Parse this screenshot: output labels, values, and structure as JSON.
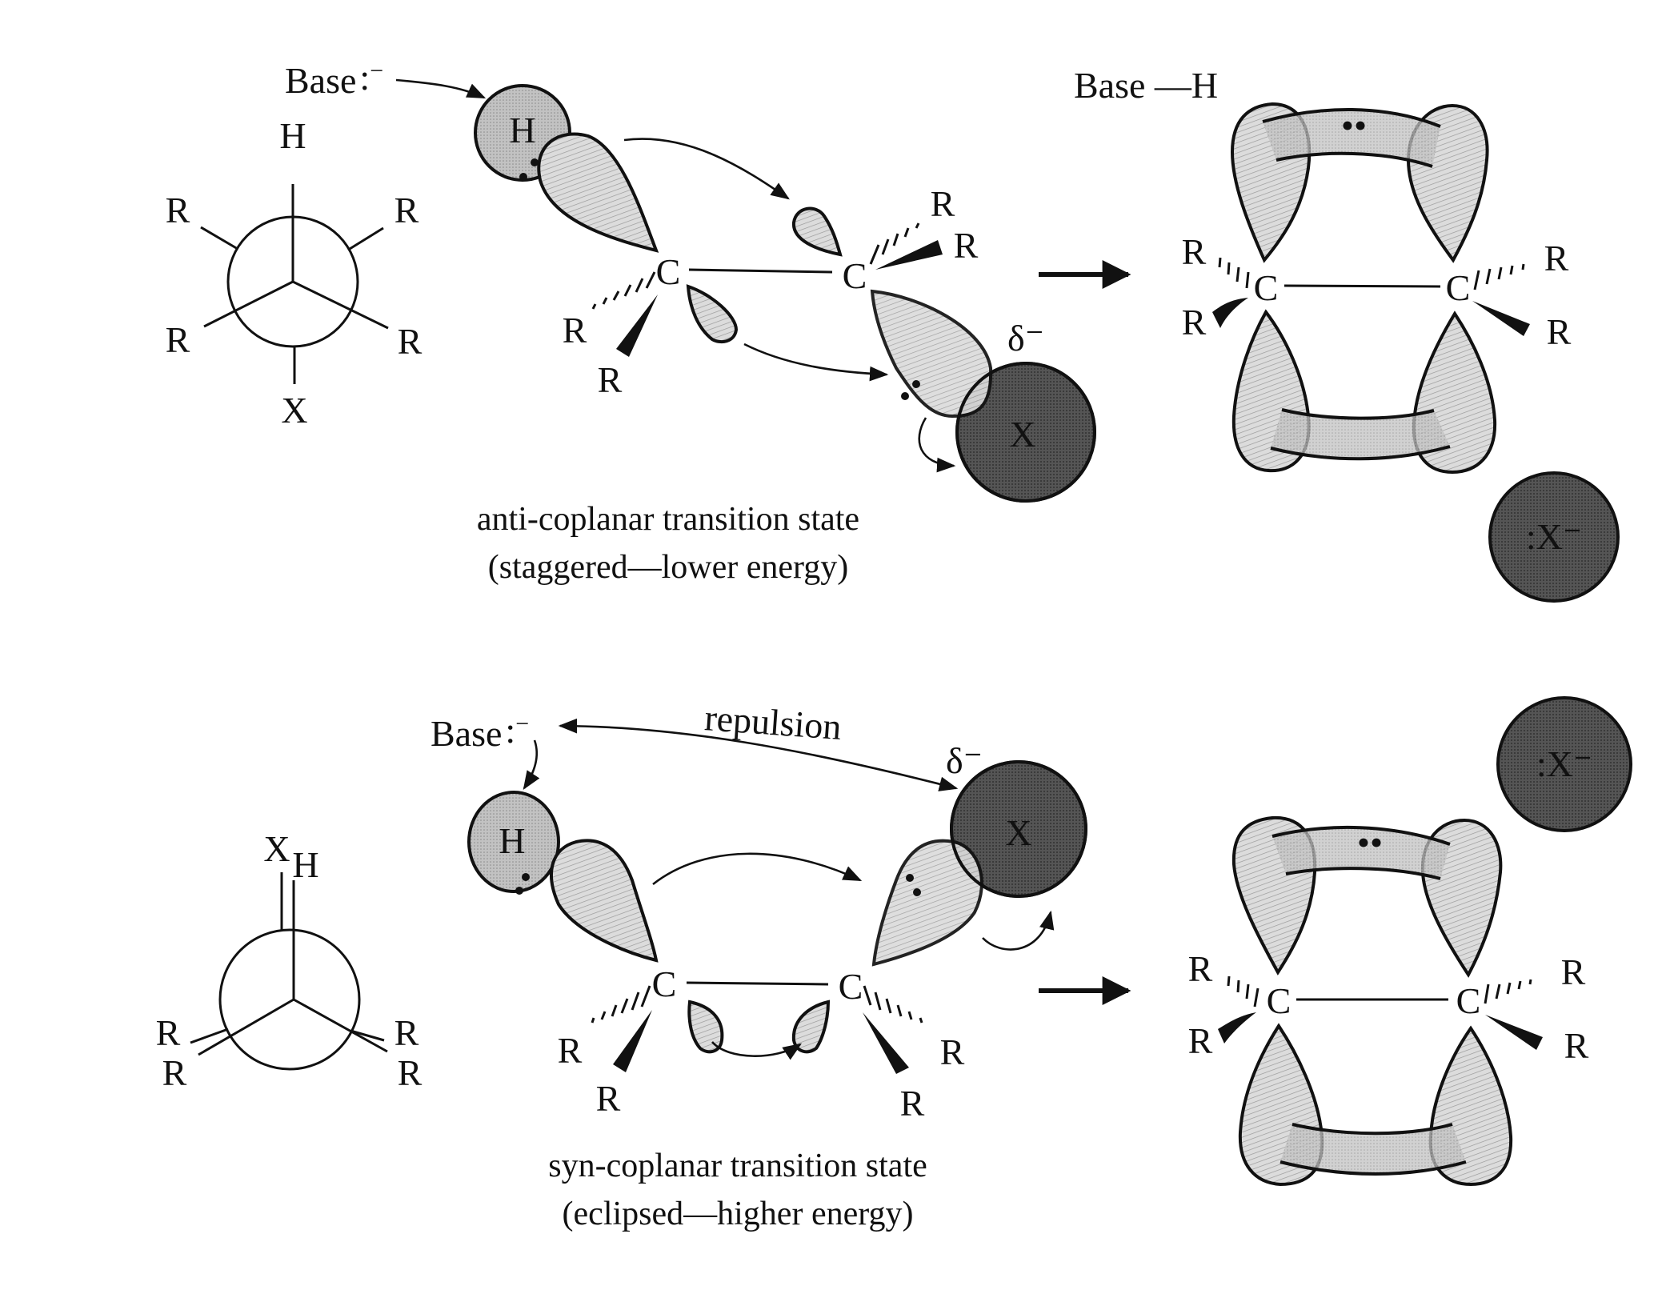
{
  "figure": {
    "colors": {
      "ink": "#111111",
      "orbital_light": "#d4d4d4",
      "orbital_medium": "#b8b8b8",
      "leaving_group_dark": "#4a4a4a",
      "background": "#ffffff"
    },
    "anti": {
      "newman": {
        "front_top": "H",
        "front_left": "R",
        "front_right": "R",
        "back_left": "R",
        "back_right": "R",
        "back_bottom": "X"
      },
      "transition_state": {
        "base_label": "Base",
        "base_lone_pair": ":",
        "base_charge": "−",
        "h_label": "H",
        "c1_label": "C",
        "c2_label": "C",
        "c1_dash_sub": "R",
        "c1_wedge_sub": "R",
        "c2_dash_sub": "R",
        "c2_wedge_sub": "R",
        "x_label": "X",
        "partial_charge": "δ⁻"
      },
      "caption_title": "anti-coplanar transition state",
      "caption_subtitle": "(staggered—lower energy)",
      "product": {
        "base_h_label": "Base —H",
        "c1_label": "C",
        "c2_label": "C",
        "subs": [
          "R",
          "R",
          "R",
          "R"
        ],
        "pi_electrons": "••",
        "leaving_group": ":X⁻"
      }
    },
    "syn": {
      "newman": {
        "top_front": "H",
        "top_back": "X",
        "left_front": "R",
        "left_back": "R",
        "right_front": "R",
        "right_back": "R"
      },
      "transition_state": {
        "base_label": "Base",
        "base_lone_pair": ":",
        "base_charge": "−",
        "repulsion_label": "repulsion",
        "h_label": "H",
        "c1_label": "C",
        "c2_label": "C",
        "c1_dash_sub": "R",
        "c1_wedge_sub": "R",
        "c2_dash_sub": "R",
        "c2_wedge_sub": "R",
        "x_label": "X",
        "partial_charge": "δ⁻"
      },
      "caption_title": "syn-coplanar transition state",
      "caption_subtitle": "(eclipsed—higher energy)",
      "product": {
        "c1_label": "C",
        "c2_label": "C",
        "subs": [
          "R",
          "R",
          "R",
          "R"
        ],
        "pi_electrons": "••",
        "leaving_group": ":X⁻"
      }
    }
  }
}
